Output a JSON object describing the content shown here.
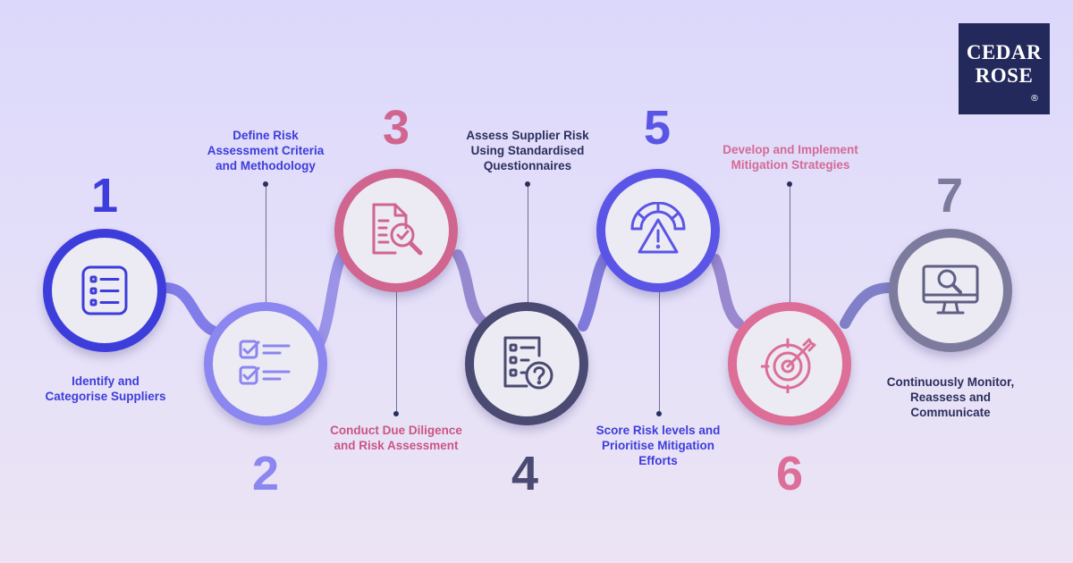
{
  "brand": {
    "line1": "CEDAR",
    "line2": "ROSE",
    "registered": "®"
  },
  "steps": [
    {
      "number": "1",
      "label": "Identify and\nCategorise Suppliers",
      "color": "#3d3ddb",
      "icon": "list-icon"
    },
    {
      "number": "2",
      "label": "Define Risk\nAssessment Criteria\nand Methodology",
      "color": "#8b86f0",
      "icon": "checklist-icon"
    },
    {
      "number": "3",
      "label": "Conduct Due Diligence\nand Risk Assessment",
      "color": "#d0658f",
      "icon": "document-search-icon"
    },
    {
      "number": "4",
      "label": "Assess Supplier Risk\nUsing Standardised\nQuestionnaires",
      "color": "#4a4a72",
      "icon": "questionnaire-icon"
    },
    {
      "number": "5",
      "label": "Score Risk levels and\nPrioritise Mitigation\nEfforts",
      "color": "#5a55e6",
      "icon": "risk-gauge-icon"
    },
    {
      "number": "6",
      "label": "Develop and Implement\nMitigation Strategies",
      "color": "#dc6e98",
      "icon": "target-icon"
    },
    {
      "number": "7",
      "label": "Continuously Monitor,\nReassess and\nCommunicate",
      "color": "#7c7b9e",
      "icon": "monitor-search-icon"
    }
  ]
}
